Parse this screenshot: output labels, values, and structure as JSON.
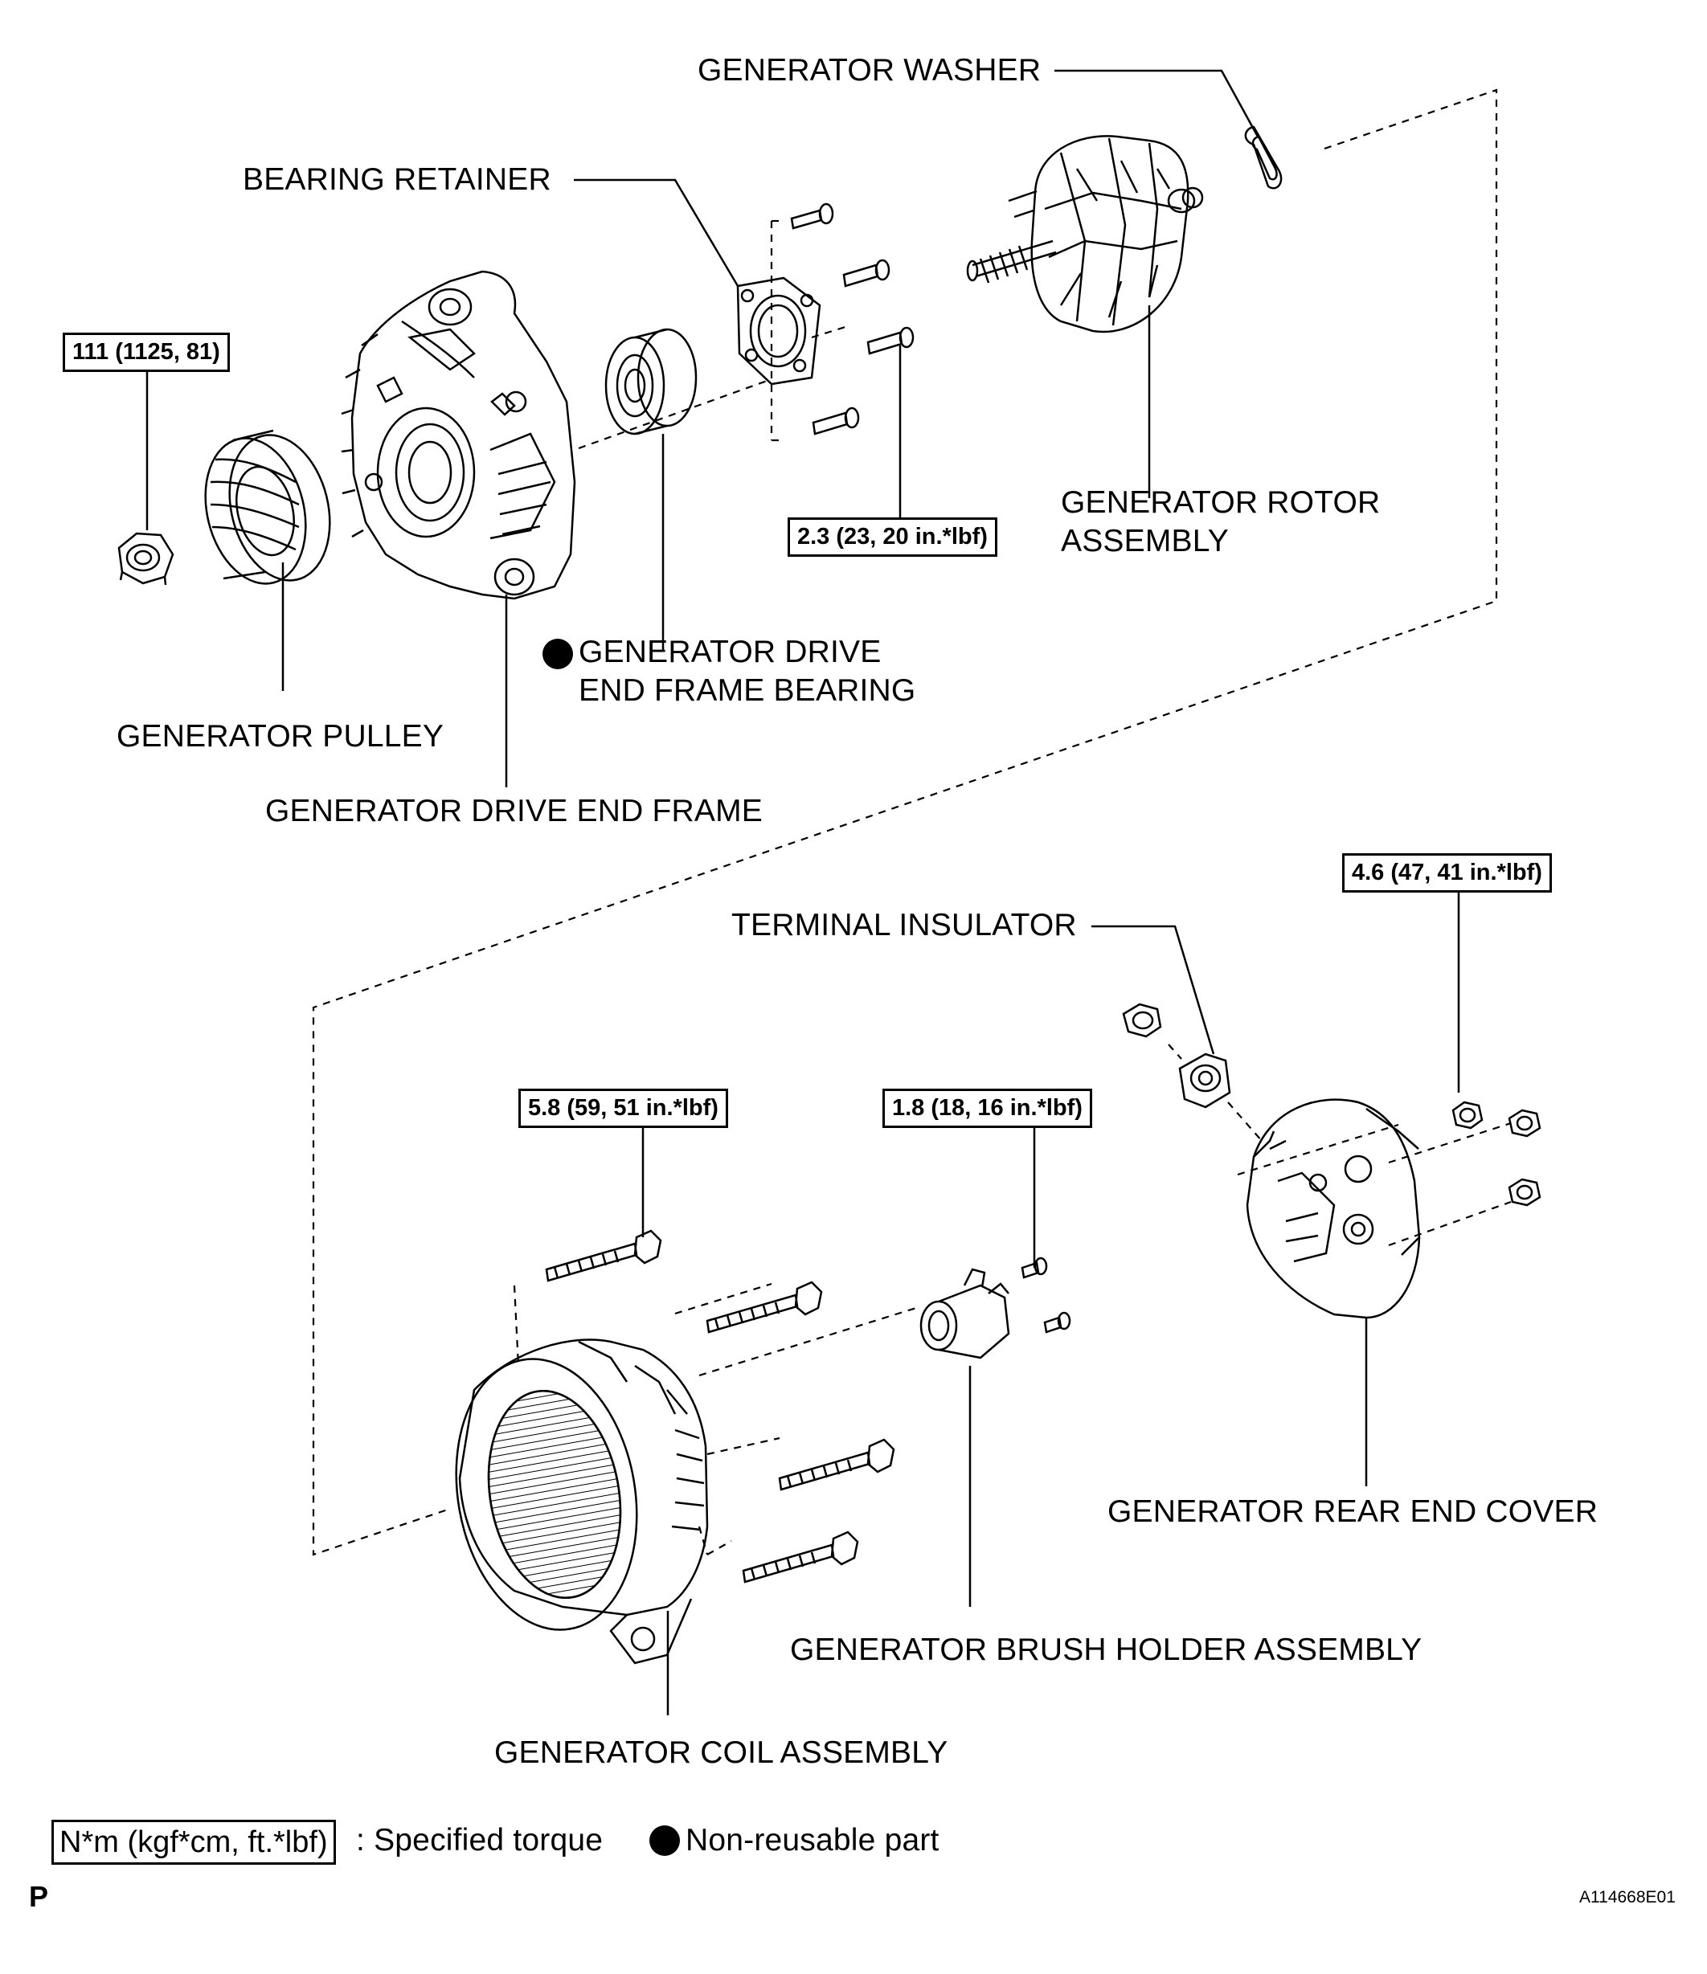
{
  "labels": {
    "washer": "GENERATOR WASHER",
    "retainer": "BEARING RETAINER",
    "rotor_1": "GENERATOR ROTOR",
    "rotor_2": "ASSEMBLY",
    "bearing_1": "GENERATOR DRIVE",
    "bearing_2": "END FRAME BEARING",
    "pulley": "GENERATOR PULLEY",
    "drive_frame": "GENERATOR DRIVE END FRAME",
    "terminal_insulator": "TERMINAL INSULATOR",
    "rear_cover": "GENERATOR REAR END COVER",
    "brush_holder": "GENERATOR BRUSH HOLDER ASSEMBLY",
    "coil": "GENERATOR COIL ASSEMBLY"
  },
  "torque": {
    "pulley_nut": "111 (1125, 81)",
    "retainer_screw": "2.3 (23, 20 in.*lbf)",
    "rear_cover_nut": "4.6 (47, 41 in.*lbf)",
    "through_bolt": "5.8 (59, 51 in.*lbf)",
    "brush_holder_screw": "1.8 (18, 16 in.*lbf)"
  },
  "legend": {
    "torque_unit": "N*m (kgf*cm, ft.*lbf)",
    "torque_text": ": Specified torque",
    "nonreusable_text": "Non-reusable part"
  },
  "page_marker": "P",
  "figure_id": "A114668E01",
  "colors": {
    "ink": "#000000",
    "paper": "#ffffff"
  }
}
